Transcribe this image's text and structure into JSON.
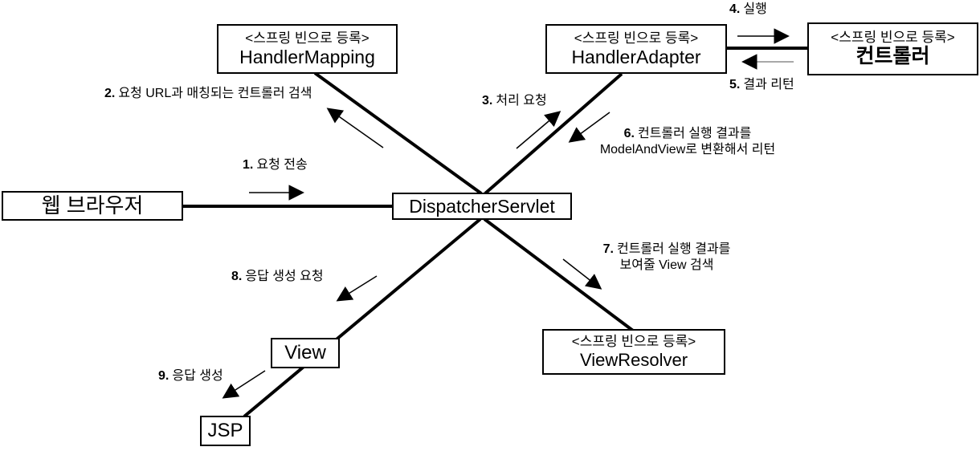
{
  "boxes": {
    "web_browser": {
      "label": "웹 브라우저"
    },
    "dispatcher_servlet": {
      "label": "DispatcherServlet"
    },
    "handler_mapping": {
      "stereotype": "<스프링 빈으로 등록>",
      "label": "HandlerMapping"
    },
    "handler_adapter": {
      "stereotype": "<스프링 빈으로 등록>",
      "label": "HandlerAdapter"
    },
    "controller": {
      "stereotype": "<스프링 빈으로 등록>",
      "label": "컨트롤러"
    },
    "view_resolver": {
      "stereotype": "<스프링 빈으로 등록>",
      "label": "ViewResolver"
    },
    "view": {
      "label": "View"
    },
    "jsp": {
      "label": "JSP"
    }
  },
  "steps": {
    "s1": {
      "num": "1.",
      "text": "요청 전송"
    },
    "s2": {
      "num": "2.",
      "text": "요청 URL과 매칭되는 컨트롤러 검색"
    },
    "s3": {
      "num": "3.",
      "text": "처리 요청"
    },
    "s4": {
      "num": "4.",
      "text": "실행"
    },
    "s5": {
      "num": "5.",
      "text": "결과 리턴"
    },
    "s6": {
      "num": "6.",
      "line1": "컨트롤러 실행 결과를",
      "line2": "ModelAndView로 변환해서 리턴"
    },
    "s7": {
      "num": "7.",
      "line1": "컨트롤러 실행 결과를",
      "line2": "보여줄 View 검색"
    },
    "s8": {
      "num": "8.",
      "text": "응답 생성 요청"
    },
    "s9": {
      "num": "9.",
      "text": "응답 생성"
    }
  },
  "colors": {
    "line": "#000000",
    "return_arrow_tail": "#8c8c8c",
    "background": "#ffffff",
    "box_border": "#000000"
  }
}
